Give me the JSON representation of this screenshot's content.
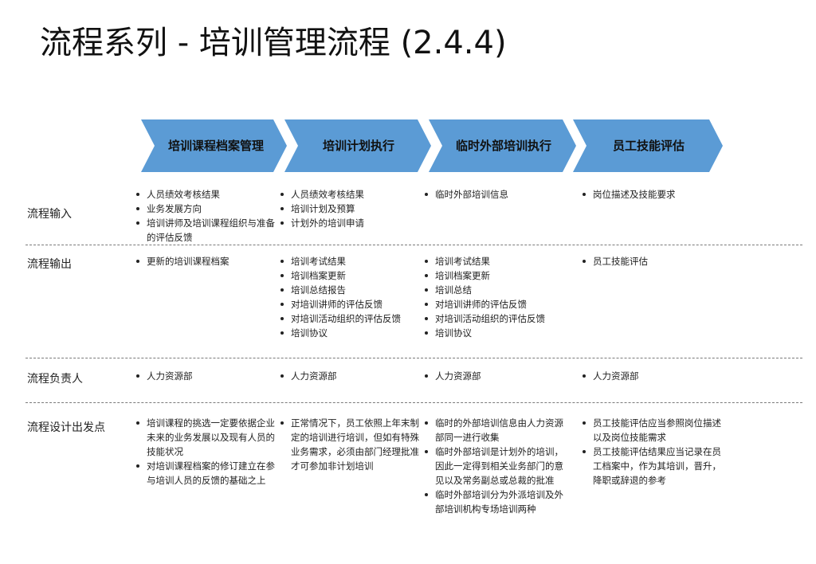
{
  "title": "流程系列 - 培训管理流程 (2.4.4)",
  "accent_color": "#5b9bd5",
  "stages": [
    "培训课程档案管理",
    "培训计划执行",
    "临时外部培训执行",
    "员工技能评估"
  ],
  "rows": {
    "input": {
      "label": "流程输入",
      "cols": [
        [
          "人员绩效考核结果",
          "业务发展方向",
          "培训讲师及培训课程组织与准备的评估反馈"
        ],
        [
          "人员绩效考核结果",
          "培训计划及预算",
          "计划外的培训申请"
        ],
        [
          "临时外部培训信息"
        ],
        [
          "岗位描述及技能要求"
        ]
      ]
    },
    "output": {
      "label": "流程输出",
      "cols": [
        [
          "更新的培训课程档案"
        ],
        [
          "培训考试结果",
          "培训档案更新",
          "培训总结报告",
          "对培训讲师的评估反馈",
          "对培训活动组织的评估反馈",
          "培训协议"
        ],
        [
          "培训考试结果",
          "培训档案更新",
          "培训总结",
          "对培训讲师的评估反馈",
          "对培训活动组织的评估反馈",
          "培训协议"
        ],
        [
          "员工技能评估"
        ]
      ]
    },
    "owner": {
      "label": "流程负责人",
      "cols": [
        [
          "人力资源部"
        ],
        [
          "人力资源部"
        ],
        [
          "人力资源部"
        ],
        [
          "人力资源部"
        ]
      ]
    },
    "design": {
      "label": "流程设计出发点",
      "cols": [
        [
          "培训课程的挑选一定要依据企业未来的业务发展以及现有人员的技能状况",
          "对培训课程档案的修订建立在参与培训人员的反馈的基础之上"
        ],
        [
          "正常情况下，员工依照上年末制定的培训进行培训，但如有特殊业务需求，必须由部门经理批准才可参加非计划培训"
        ],
        [
          "临时的外部培训信息由人力资源部同一进行收集",
          "临时外部培训是计划外的培训，因此一定得到相关业务部门的意见以及常务副总或总裁的批准",
          "临时外部培训分为外派培训及外部培训机构专场培训两种"
        ],
        [
          "员工技能评估应当参照岗位描述以及岗位技能需求",
          "员工技能评估结果应当记录在员工档案中，作为其培训，晋升，降职或辞退的参考"
        ]
      ]
    }
  }
}
